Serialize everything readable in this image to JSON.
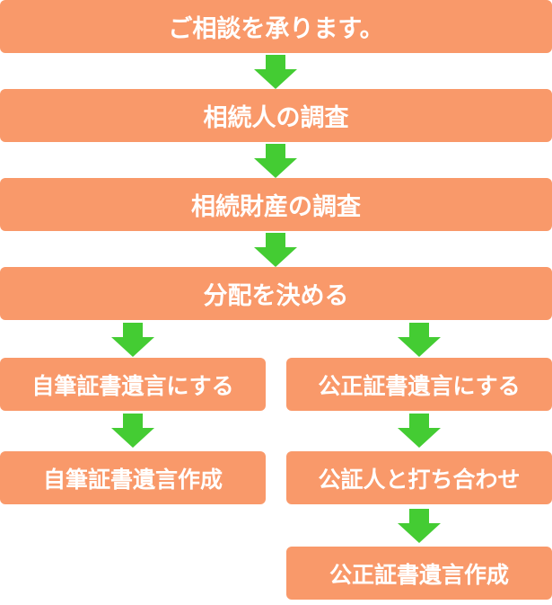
{
  "colors": {
    "box_fill": "#f9996a",
    "box_text": "#ffffff",
    "arrow": "#44cc33"
  },
  "steps": {
    "consult": "ご相談を承ります。",
    "heir_survey": "相続人の調査",
    "asset_survey": "相続財産の調査",
    "decide_division": "分配を決める"
  },
  "left_branch": {
    "choose": "自筆証書遺言にする",
    "create": "自筆証書遺言作成"
  },
  "right_branch": {
    "choose": "公正証書遺言にする",
    "notary_meeting": "公証人と打ち合わせ",
    "create": "公正証書遺言作成"
  }
}
